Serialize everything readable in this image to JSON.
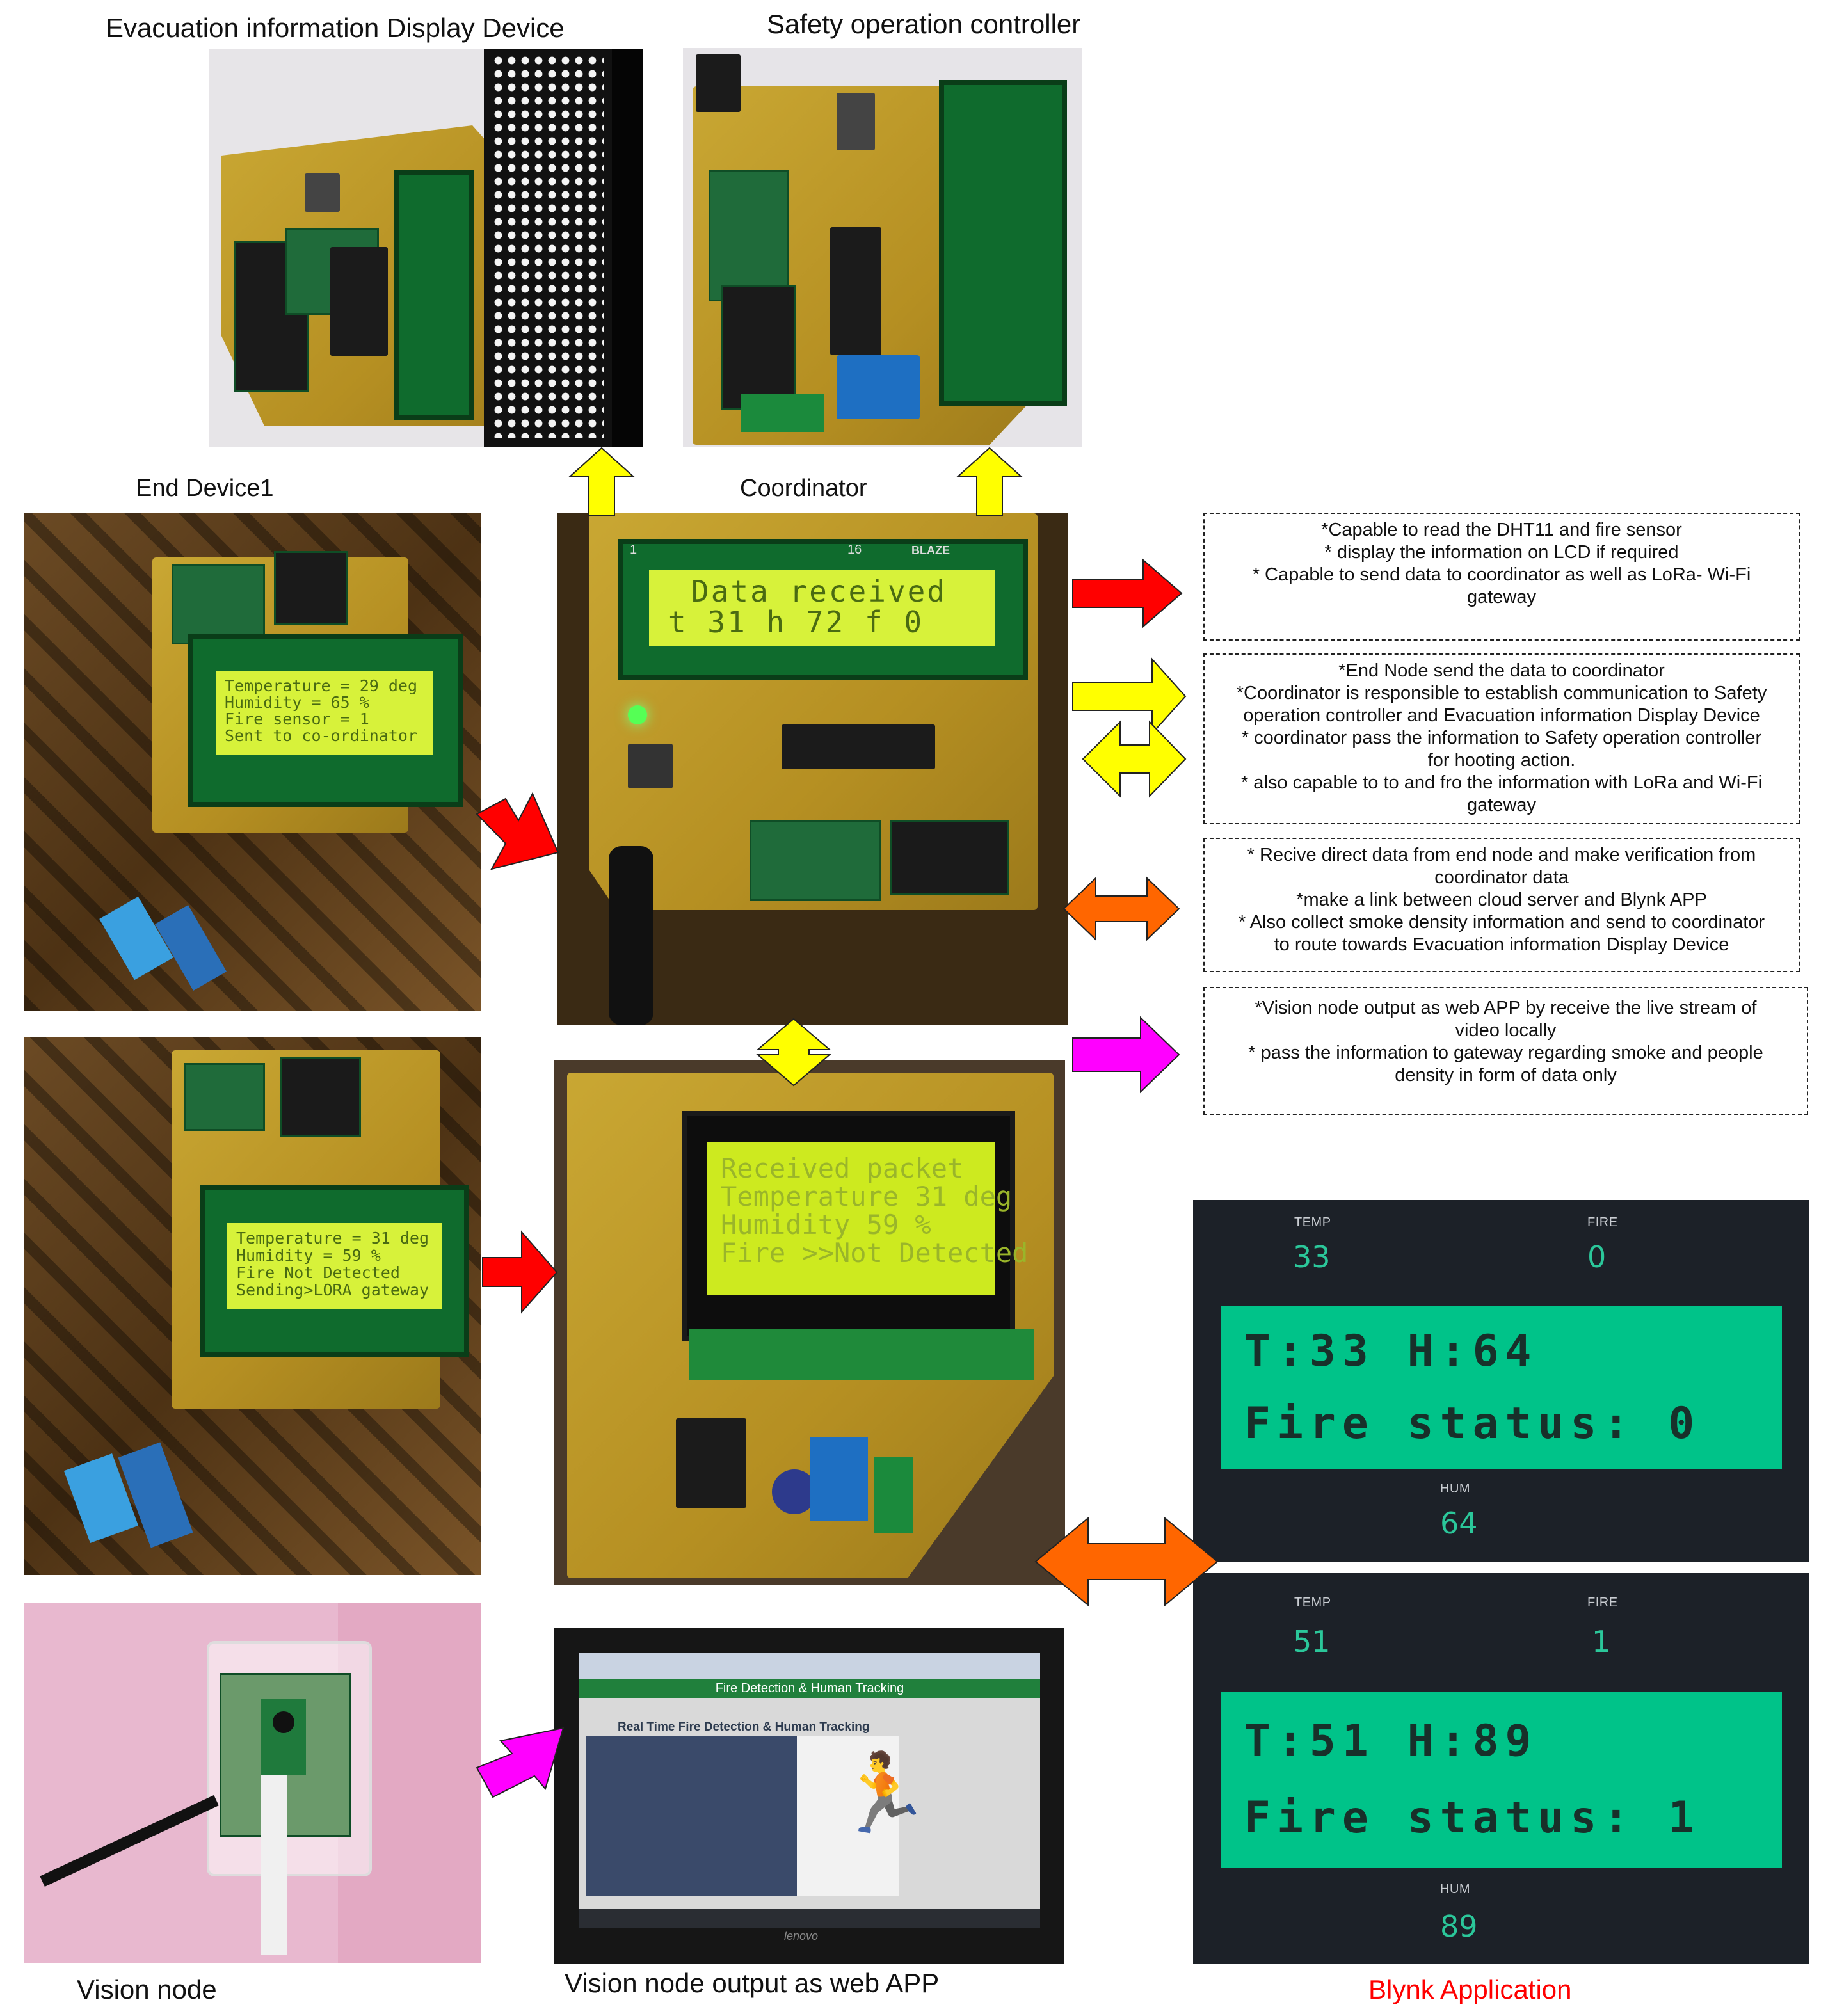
{
  "captions": {
    "evacuation_device": "Evacuation information Display Device",
    "safety_controller": "Safety operation controller",
    "end_device1": "End Device1",
    "coordinator": "Coordinator",
    "vision_node": "Vision node",
    "vision_output": "Vision node output as web APP",
    "blynk_application": "Blynk Application"
  },
  "lcd_text": {
    "end_device1": [
      "Temperature = 29 deg",
      "Humidity = 65 %",
      "Fire sensor = 1",
      "Sent to co-ordinator"
    ],
    "coordinator": [
      "Data received",
      "t 31 h 72 f 0"
    ],
    "end_device2": [
      "Temperature = 31 deg",
      "Humidity = 59 %",
      "Fire Not Detected",
      "Sending>LORA gateway"
    ],
    "gateway": [
      "Received packet",
      "Temperature 31 deg",
      "Humidity 59 %",
      "Fire >>Not Detected"
    ]
  },
  "board_marks": {
    "coordinator_lcd_brand": "BLAZE",
    "coordinator_lcd_num1": "1",
    "coordinator_lcd_num16": "16",
    "laptop_brand": "lenovo"
  },
  "web_app": {
    "header": "Fire Detection & Human Tracking",
    "title": "Real Time Fire Detection & Human Tracking"
  },
  "notes": {
    "end_device": [
      "*Capable to read the DHT11 and fire sensor",
      "* display the information on LCD if required",
      "* Capable to send data to coordinator as well as LoRa- Wi-Fi",
      "gateway"
    ],
    "coordinator": [
      "*End Node send the data to coordinator",
      "*Coordinator is responsible to establish communication to Safety",
      "operation controller and Evacuation information Display Device",
      "* coordinator pass the information to Safety operation controller",
      "for hooting action.",
      "* also capable to to and fro the information with LoRa and Wi-Fi",
      "gateway"
    ],
    "gateway": [
      "* Recive direct data from end node and make verification from",
      "coordinator data",
      "*make a link between cloud server and Blynk APP",
      "* Also collect smoke density information and send to coordinator",
      "to route towards Evacuation information Display Device"
    ],
    "vision": [
      "*Vision node output as web APP by receive the live stream of",
      "video locally",
      "* pass the information to gateway regarding smoke and people",
      "density in form of data only"
    ]
  },
  "blynk": [
    {
      "temp_label": "TEMP",
      "temp": "33",
      "fire_label": "FIRE",
      "fire": "0",
      "lcd_line1": "T:33 H:64",
      "lcd_line2": "Fire status: 0",
      "hum_label": "HUM",
      "hum": "64"
    },
    {
      "temp_label": "TEMP",
      "temp": "51",
      "fire_label": "FIRE",
      "fire": "1",
      "lcd_line1": "T:51 H:89",
      "lcd_line2": "Fire status: 1",
      "hum_label": "HUM",
      "hum": "89"
    }
  ],
  "colors": {
    "arrow_yellow": "#ffff00",
    "arrow_red": "#ff0000",
    "arrow_orange": "#ff6600",
    "arrow_magenta": "#ff00ff",
    "blynk_bg": "#1c2128",
    "blynk_lcd": "#00c389",
    "blynk_value": "#2bc79a",
    "caption_red": "#ff0000",
    "lcd_backlight": "#d7f23a"
  }
}
